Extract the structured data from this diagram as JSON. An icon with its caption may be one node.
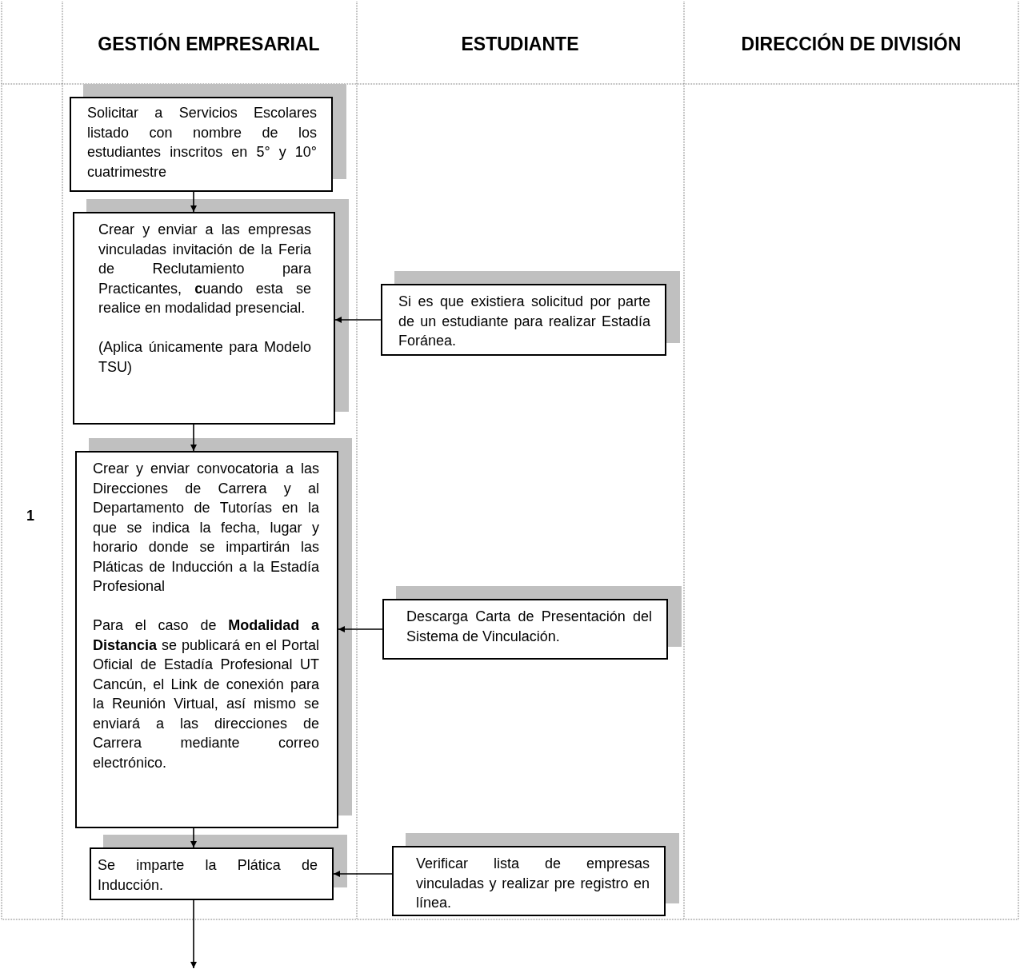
{
  "diagram": {
    "nodes": [
      {
        "text": [
          "Solicitar a Servicios Escolares listado con nombre de los estudiantes inscritos en 5° y 10° cuatrimestre"
        ]
      },
      {
        "text": [
          "Crear y enviar a las empresas vinculadas invitación de la Feria de Reclutamiento para Practicantes, **c**uando esta se realice en modalidad presencial.",
          "(Aplica únicamente para Modelo TSU)"
        ]
      },
      {
        "text": [
          "Si es que existiera solicitud por parte de un estudiante para realizar Estadía Foránea."
        ]
      },
      {
        "text": [
          "Crear y enviar convocatoria a las Direcciones de Carrera y al Departamento de Tutorías en la que se indica la fecha, lugar y horario donde se impartirán las Pláticas de Inducción a la Estadía Profesional",
          "Para el caso de **Modalidad a Distancia** se publicará en el Portal Oficial de Estadía Profesional UT Cancún, el Link de conexión para la Reunión Virtual, así mismo se enviará a las direcciones de Carrera mediante correo electrónico."
        ]
      },
      {
        "text": [
          "Descarga Carta de Presentación del Sistema de Vinculación."
        ]
      },
      {
        "text": [
          "Se imparte la Plática de Inducción."
        ]
      },
      {
        "text": [
          "Verificar lista de empresas vinculadas y realizar pre registro en línea."
        ]
      }
    ],
    "edges": [
      {
        "from": 0,
        "to": 1,
        "arrow": "to"
      },
      {
        "from": 2,
        "to": 1,
        "arrow": "to"
      },
      {
        "from": 1,
        "to": 3,
        "arrow": "to"
      },
      {
        "from": 4,
        "to": 3,
        "arrow": "to"
      },
      {
        "from": 3,
        "to": 5,
        "arrow": "to"
      },
      {
        "from": 6,
        "to": 5,
        "arrow": "to"
      },
      {
        "from": 5,
        "to": null,
        "arrow": "to"
      }
    ],
    "labels": [
      "GESTIÓN EMPRESARIAL",
      "ESTUDIANTE",
      "DIRECCIÓN DE DIVISIÓN",
      "1"
    ]
  }
}
